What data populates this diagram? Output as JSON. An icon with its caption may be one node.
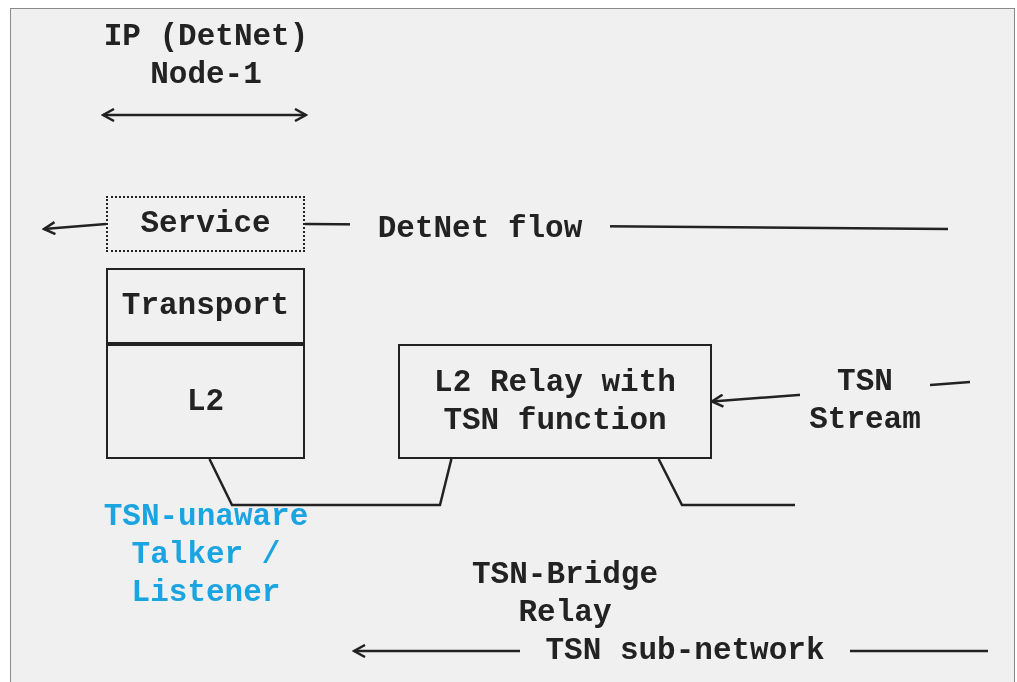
{
  "diagram": {
    "nodes": [
      {
        "text": [
          "IP (DetNet) Node-1"
        ]
      },
      {
        "text": [
          "Service"
        ]
      },
      {
        "text": [
          "Transport"
        ]
      },
      {
        "text": [
          "L2"
        ],
        "beside": [
          "TSN-unaware Talker / Listener"
        ]
      },
      {
        "text": [
          "L2 Relay with TSN function"
        ],
        "beside": [
          "TSN-Bridge Relay"
        ]
      }
    ],
    "edges": [
      {
        "from": 1,
        "to": null,
        "arrow": "to"
      },
      {
        "from": null,
        "to": 1,
        "arrow": "none",
        "label": "DetNet flow"
      },
      {
        "from": 3,
        "to": 4,
        "arrow": "none"
      },
      {
        "from": 4,
        "to": null,
        "arrow": "none"
      },
      {
        "from": null,
        "to": 4,
        "arrow": "to",
        "label": "TSN Stream"
      }
    ],
    "labels": [
      "TSN sub-network"
    ]
  }
}
